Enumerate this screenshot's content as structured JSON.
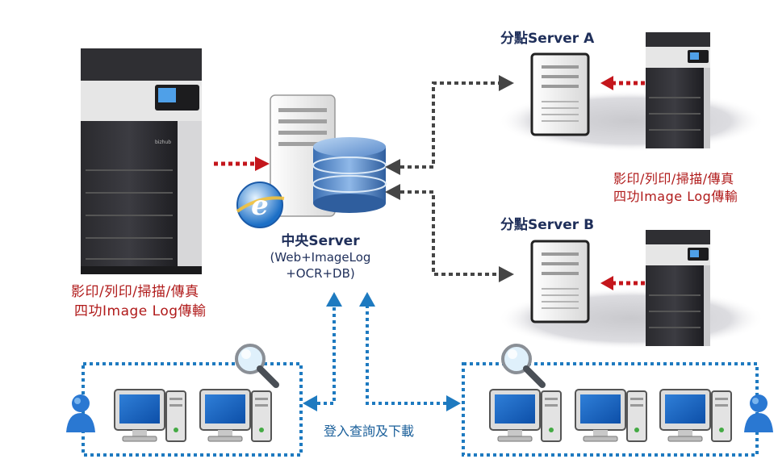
{
  "left_mfp": {
    "brand": "bizhub",
    "caption_line1": "影印/列印/掃描/傳真",
    "caption_line2": "四功Image Log傳輸"
  },
  "central_server": {
    "title": "中央Server",
    "line1": "(Web+ImageLog",
    "line2": "+OCR+DB)"
  },
  "branch_a": {
    "title": "分點Server A",
    "caption_line1": "影印/列印/掃描/傳真",
    "caption_line2": "四功Image Log傳輸"
  },
  "branch_b": {
    "title": "分點Server B"
  },
  "client_link": {
    "label": "登入查詢及下載"
  },
  "ie_icon": {
    "glyph": "e"
  },
  "colors": {
    "red_arrow": "#c4161c",
    "gray_arrow": "#454545",
    "blue_arrow": "#1e7ac0",
    "caption_red": "#b01a1a",
    "title_navy": "#1f2f5a"
  }
}
